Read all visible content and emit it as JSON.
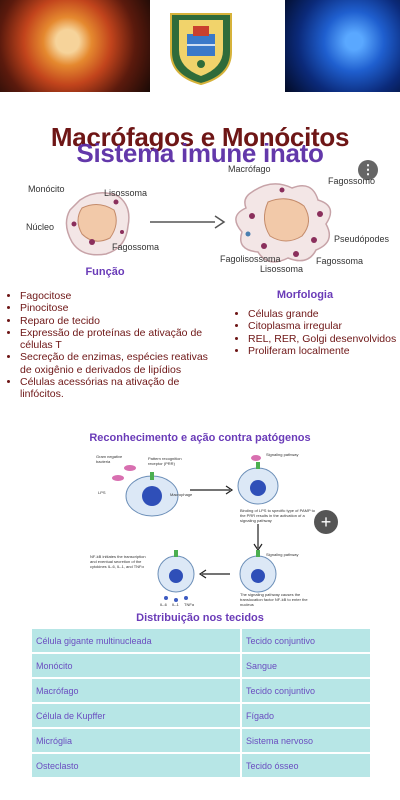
{
  "title": {
    "main": "Macrófagos e Monócitos",
    "overlay": "Sistema imune inato"
  },
  "more_button": "⋮",
  "diagram": {
    "labels": {
      "monocito": "Monócito",
      "lisossoma_left": "Lisossoma",
      "nucleo": "Núcleo",
      "fagossoma_left": "Fagossoma",
      "macrofago": "Macrófago",
      "fagossoma_right": "Fagossomo",
      "pseudopodes": "Pseudópodes",
      "fagolisossoma": "Fagolisossoma",
      "lisossoma_right": "Lisossoma",
      "fagossoma_bottom": "Fagossoma"
    }
  },
  "funcao": {
    "heading": "Função",
    "items": [
      "Fagocitose",
      "Pinocitose",
      "Reparo de tecido",
      "Expressão de proteínas de ativação de células T",
      "Secreção de enzimas, espécies reativas de oxigênio e derivados de lipídios",
      "Células acessórias na ativação de linfócitos."
    ]
  },
  "morfologia": {
    "heading": "Morfologia",
    "items": [
      "Células grande",
      "Citoplasma irregular",
      "REL, RER, Golgi desenvolvidos",
      "Proliferam localmente"
    ]
  },
  "reconhecimento": {
    "heading": "Reconhecimento e ação contra patógenos",
    "labels": {
      "bacteria": "Gram negative bacteria",
      "receptor": "Pattern recognition receptor (PRR)",
      "lps": "LPS",
      "macrophage": "Macrophage",
      "signaling1": "Signaling pathway",
      "binding": "Binding of LPS to specific type of PAMP to the PRR results in the activation of a signaling pathway",
      "signaling2": "Signaling pathway",
      "nfkb_text": "The signaling pathway causes the translocation factor NF-kB to enter the nucleus",
      "cytokines_text": "NF-kB initiates the transcription and eventual secretion of the cytokines IL-6, IL-1, and TNFα",
      "il6": "IL-6",
      "il1": "IL-1",
      "tnfa": "TNFα"
    }
  },
  "plus_button": "+",
  "distribuicao": {
    "heading": "Distribuição nos tecidos",
    "rows": [
      [
        "Célula gigante multinucleada",
        "Tecido conjuntivo"
      ],
      [
        "Monócito",
        "Sangue"
      ],
      [
        "Macrófago",
        "Tecido conjuntivo"
      ],
      [
        "Célula de Kupffer",
        "Fígado"
      ],
      [
        "Micróglia",
        "Sistema nervoso"
      ],
      [
        "Osteclasto",
        "Tecido ósseo"
      ]
    ]
  }
}
